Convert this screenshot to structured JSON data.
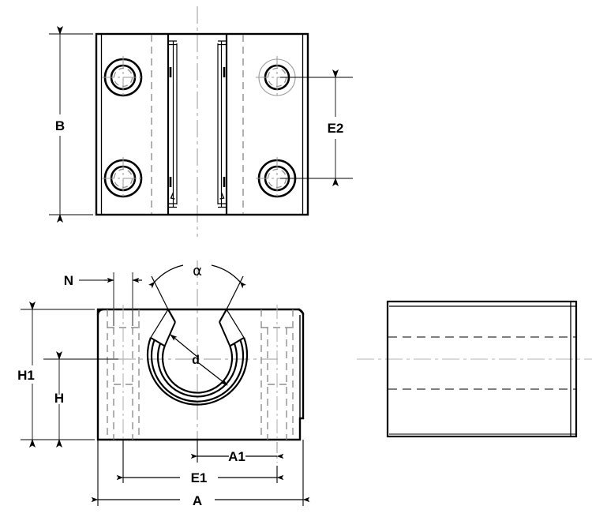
{
  "drawing": {
    "type": "engineering-technical-drawing",
    "subject": "split pillow block bearing housing",
    "projection": "third-angle multi-view",
    "background_color": "#ffffff",
    "line_color": "#000000",
    "hidden_line_color": "#808080",
    "center_line_color": "#9a9a9a",
    "views": [
      {
        "name": "top-view",
        "position": "upper-left",
        "description": "plan view with four counterbored mounting holes and central split slot"
      },
      {
        "name": "front-view",
        "position": "lower-left",
        "description": "front elevation with split bore, clamp gap and dimension stack"
      },
      {
        "name": "side-view",
        "position": "lower-right",
        "description": "right side elevation, plain rectangle with hidden bore lines"
      }
    ]
  },
  "dimensions": {
    "B": {
      "label": "B",
      "view": "top-view",
      "orientation": "vertical",
      "description": "overall depth of block"
    },
    "E2": {
      "label": "E2",
      "view": "top-view",
      "orientation": "vertical",
      "description": "bolt hole centre spacing across depth"
    },
    "N": {
      "label": "N",
      "view": "front-view",
      "orientation": "horizontal",
      "description": "counterbore width"
    },
    "H1": {
      "label": "H1",
      "view": "front-view",
      "orientation": "vertical",
      "description": "overall height of block"
    },
    "H": {
      "label": "H",
      "view": "front-view",
      "orientation": "vertical",
      "description": "height from base to bore centre"
    },
    "A1": {
      "label": "A1",
      "view": "front-view",
      "orientation": "horizontal",
      "description": "bore centre to bolt hole centre"
    },
    "E1": {
      "label": "E1",
      "view": "front-view",
      "orientation": "horizontal",
      "description": "bolt hole centre spacing across width"
    },
    "A": {
      "label": "A",
      "view": "front-view",
      "orientation": "horizontal",
      "description": "overall width of block"
    },
    "d": {
      "label": "d",
      "view": "front-view",
      "orientation": "radial",
      "description": "bore diameter, double leader arrows from centre"
    },
    "alpha": {
      "label": "α",
      "view": "front-view",
      "orientation": "angular",
      "description": "included angle of clamp slot opening"
    }
  },
  "features": {
    "bolt_holes": {
      "count": 4,
      "type": "counterbored",
      "view": "top-view"
    },
    "split_slot": {
      "count": 1,
      "description": "central clamping slot through block",
      "view": "top-view"
    },
    "bore": {
      "description": "split cylindrical bore with liner rings",
      "rings": 4,
      "view": "front-view"
    }
  }
}
